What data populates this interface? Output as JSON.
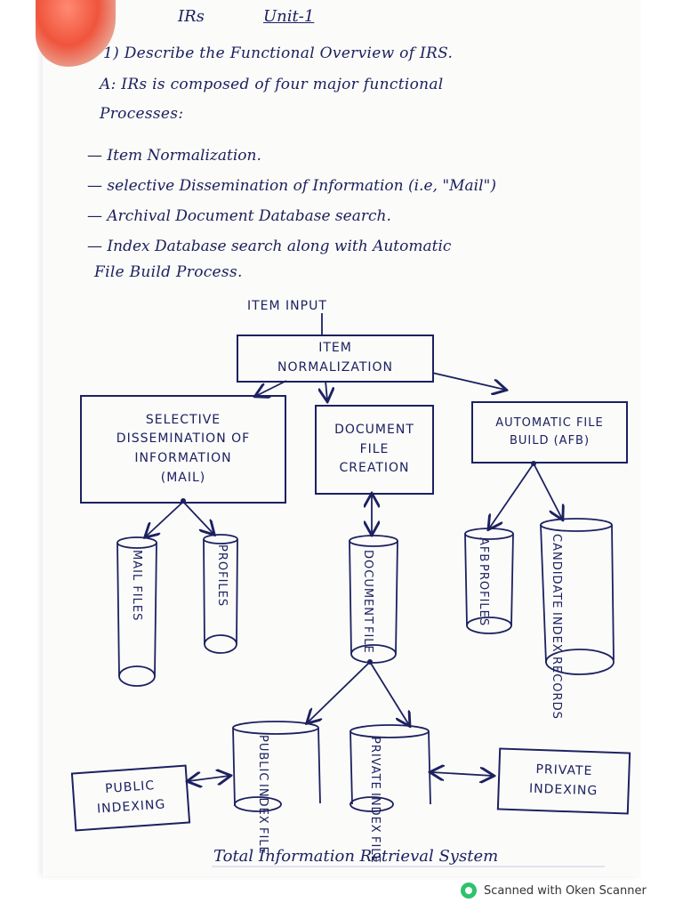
{
  "header": {
    "left": "IRs",
    "right": "Unit-1"
  },
  "question": "1) Describe the Functional Overview of IRS.",
  "answer": {
    "line1": "A: IRs is composed of four major functional",
    "line2": "Processes:",
    "bullets": [
      "— Item Normalization.",
      "— selective Dissemination of Information (i.e, \"Mail\")",
      "— Archival Document Database search.",
      "— Index Database search along with Automatic"
    ],
    "bullet_cont": "File Build Process."
  },
  "diagram": {
    "item_input": "ITEM INPUT",
    "normalization": [
      "ITEM",
      "NORMALIZATION"
    ],
    "sdi": [
      "SELECTIVE",
      "DISSEMINATION OF",
      "INFORMATION",
      "(MAIL)"
    ],
    "doc_creation": [
      "DOCUMENT",
      "FILE",
      "CREATION"
    ],
    "afb": [
      "AUTOMATIC FILE",
      "BUILD (AFB)"
    ],
    "mail_files": "MAIL FILES",
    "profiles": "PROFILES",
    "document_file": [
      "DOCUMENT",
      "FILE"
    ],
    "afb_profiles": [
      "AFB",
      "PROFILES"
    ],
    "candidate_index_records": [
      "CANDIDATE",
      "INDEX",
      "RECORDS"
    ],
    "public_index_file": [
      "PUBLIC",
      "INDEX",
      "FILE"
    ],
    "private_index_file": [
      "PRIVATE",
      "INDEX",
      "FILE"
    ],
    "public_indexing": [
      "PUBLIC",
      "INDEXING"
    ],
    "private_indexing": [
      "PRIVATE",
      "INDEXING"
    ],
    "caption": "Total Information Retrieval System"
  },
  "footer": {
    "text": "Scanned with Oken Scanner",
    "logo_color": "#2ec26b"
  },
  "colors": {
    "ink": "#1c2160",
    "paper": "#fbfbf9"
  }
}
